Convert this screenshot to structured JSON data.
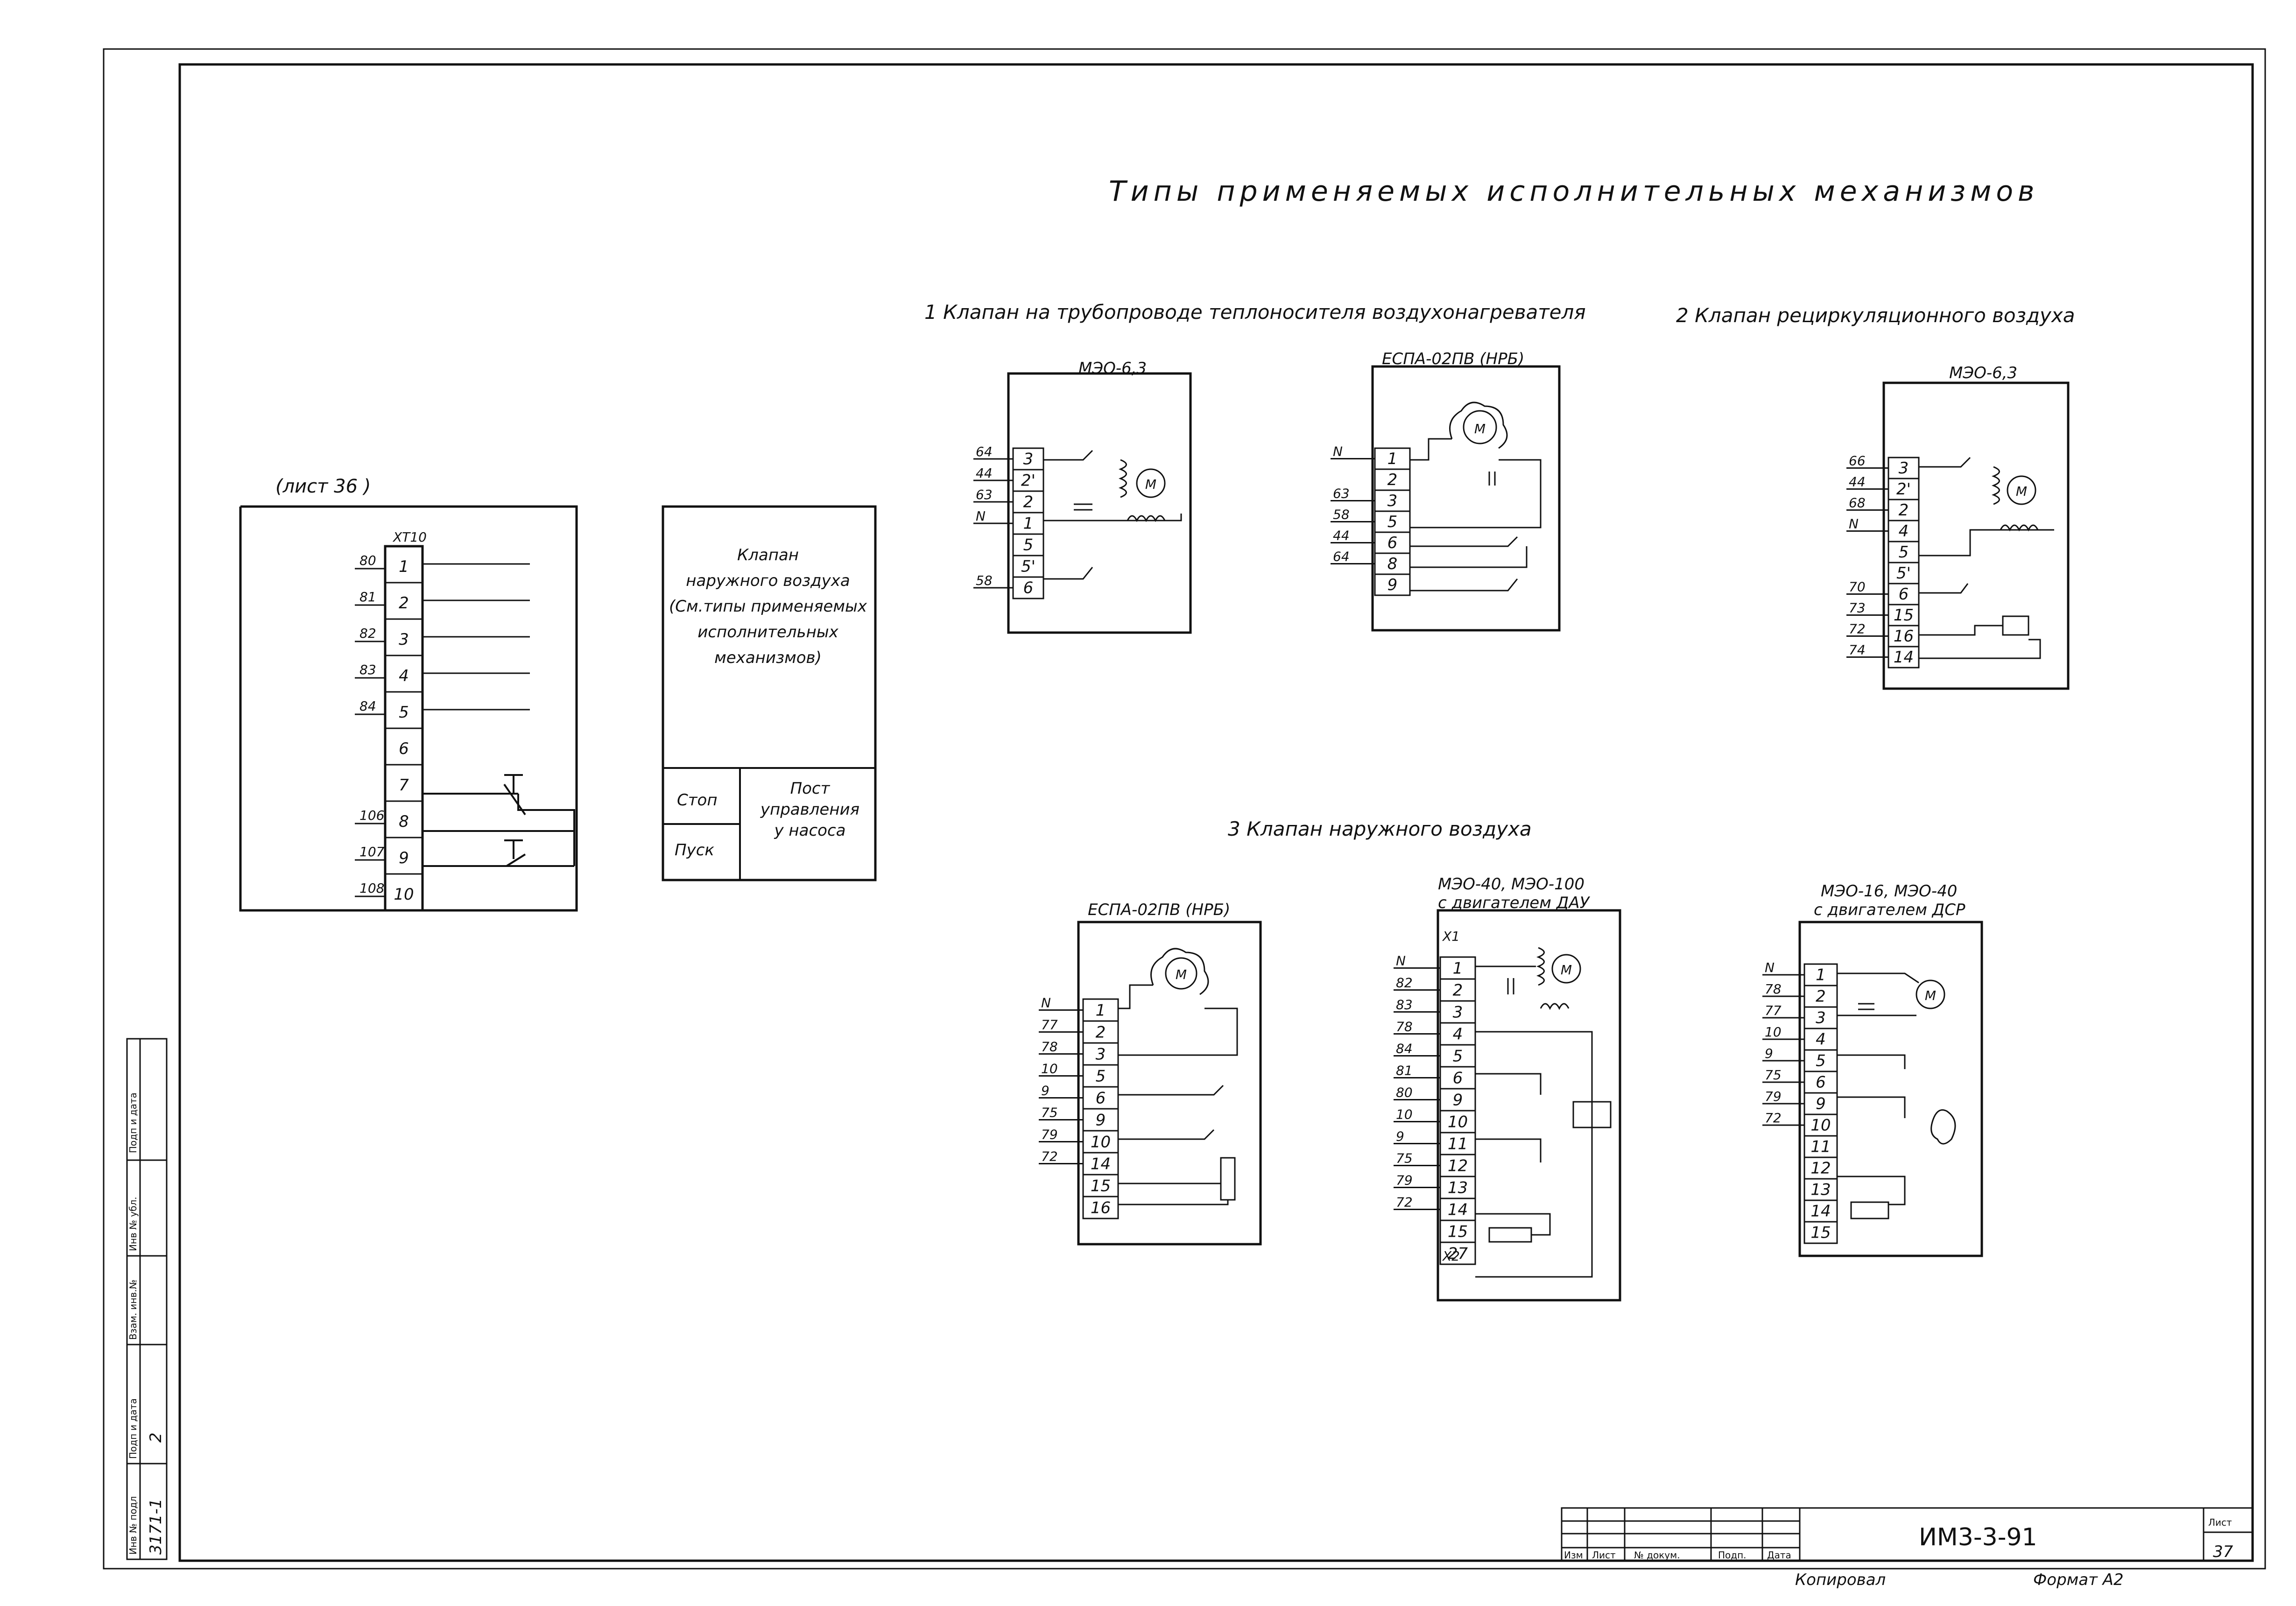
{
  "title": "Типы применяемых исполнительных механизмов",
  "sections": {
    "s1": "1 Клапан на трубопроводе теплоносителя воздухонагревателя",
    "s2": "2 Клапан рециркуляционного воздуха",
    "s3": "3 Клапан наружного воздуха"
  },
  "left_block": {
    "sheet_ref": "(лист 36 )",
    "strip_name": "ХТ10",
    "terminals": [
      "1",
      "2",
      "3",
      "4",
      "5",
      "6",
      "7",
      "8",
      "9",
      "10"
    ],
    "wires": [
      "80",
      "81",
      "82",
      "83",
      "84",
      "",
      "",
      "106",
      "107",
      "108"
    ]
  },
  "valve_box": {
    "lines": [
      "Клапан",
      "наружного воздуха",
      "(См.типы применяемых",
      "исполнительных",
      "механизмов)"
    ],
    "stop": "Стоп",
    "start": "Пуск",
    "post_lines": [
      "Пост",
      "управления",
      "у насоса"
    ]
  },
  "devices": {
    "d1": {
      "name": "МЭО-6,3",
      "terminals": [
        "3",
        "2'",
        "2",
        "1",
        "5",
        "5'",
        "6"
      ],
      "wires": [
        "64",
        "44",
        "63",
        "N",
        "",
        "",
        "58"
      ],
      "motor": "М"
    },
    "d2": {
      "name": "ЕСПА-02ПВ (НРБ)",
      "terminals": [
        "1",
        "2",
        "3",
        "5",
        "6",
        "8",
        "9"
      ],
      "wires": [
        "N",
        "",
        "63",
        "58",
        "44",
        "64"
      ],
      "motor": "М"
    },
    "d3": {
      "name": "МЭО-6,3",
      "terminals": [
        "3",
        "2'",
        "2",
        "4",
        "5",
        "5'",
        "6",
        "15",
        "16",
        "14"
      ],
      "wires": [
        "66",
        "44",
        "68",
        "N",
        "",
        "",
        "70",
        "73",
        "72",
        "74"
      ],
      "motor": "М"
    },
    "d4": {
      "name": "ЕСПА-02ПВ (НРБ)",
      "terminals": [
        "1",
        "2",
        "3",
        "5",
        "6",
        "9",
        "10",
        "14",
        "15",
        "16"
      ],
      "wires": [
        "N",
        "77",
        "78",
        "10",
        "9",
        "75",
        "79",
        "72"
      ],
      "motor": "М"
    },
    "d5": {
      "name1": "МЭО-40, МЭО-100",
      "name2": "с двигателем ДАУ",
      "x1": "Х1",
      "x2": "Х2",
      "terminals": [
        "1",
        "2",
        "3",
        "4",
        "5",
        "6",
        "9",
        "10",
        "11",
        "12",
        "13",
        "14",
        "15",
        "27"
      ],
      "wires": [
        "N",
        "82",
        "83",
        "78",
        "84",
        "81",
        "80",
        "10",
        "9",
        "75",
        "79",
        "72"
      ],
      "motor": "М"
    },
    "d6": {
      "name1": "МЭО-16, МЭО-40",
      "name2": "с двигателем ДСР",
      "terminals": [
        "1",
        "2",
        "3",
        "4",
        "5",
        "6",
        "9",
        "10",
        "11",
        "12",
        "13",
        "14",
        "15"
      ],
      "wires": [
        "N",
        "78",
        "77",
        "10",
        "9",
        "75",
        "79",
        "72"
      ],
      "motor": "М"
    }
  },
  "side_stamp": {
    "cells": [
      "Подп и дата",
      "Инв № убл.",
      "Взам. инв.№",
      "Подп и дата",
      "Инв № подл"
    ],
    "handwritten": [
      "2"
    ],
    "inv": "3171-1"
  },
  "title_block": {
    "headers": [
      "Изм",
      "Лист",
      "№ докум.",
      "Подп.",
      "Дата"
    ],
    "code": "ИМ3-3-91",
    "sheet_label": "Лист",
    "sheet_no": "37",
    "copied": "Копировал",
    "format": "Формат А2"
  }
}
